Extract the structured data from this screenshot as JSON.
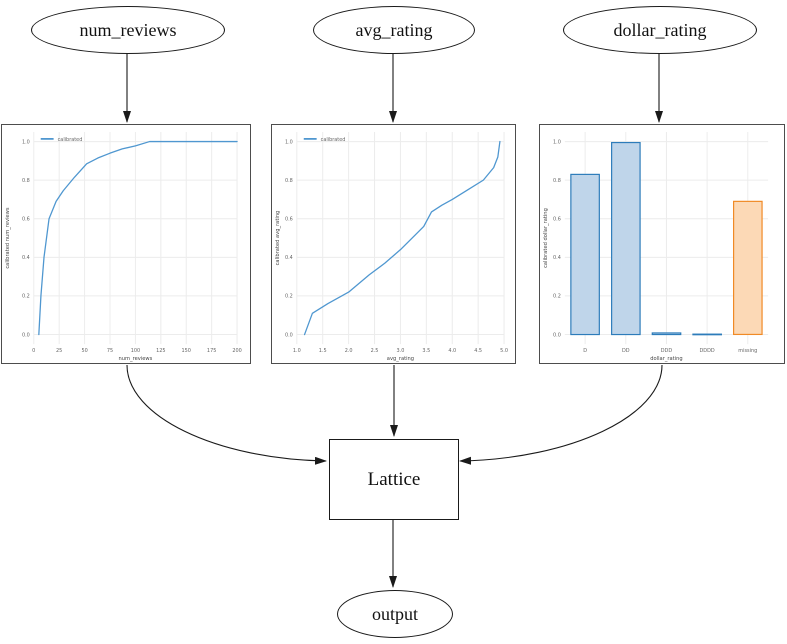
{
  "diagram": {
    "nodes": {
      "num_reviews": {
        "label": "num_reviews"
      },
      "avg_rating": {
        "label": "avg_rating"
      },
      "dollar_rating": {
        "label": "dollar_rating"
      },
      "lattice": {
        "label": "Lattice"
      },
      "output": {
        "label": "output"
      }
    },
    "edges": [
      {
        "from": "num_reviews",
        "to": "num_reviews-calibration-plot"
      },
      {
        "from": "avg_rating",
        "to": "avg_rating-calibration-plot"
      },
      {
        "from": "dollar_rating",
        "to": "dollar_rating-calibration-plot"
      },
      {
        "from": "num_reviews-calibration-plot",
        "to": "Lattice"
      },
      {
        "from": "avg_rating-calibration-plot",
        "to": "Lattice"
      },
      {
        "from": "dollar_rating-calibration-plot",
        "to": "Lattice"
      },
      {
        "from": "Lattice",
        "to": "output"
      }
    ],
    "edge_color": "#1a1a1a"
  },
  "chart_data": [
    {
      "type": "line",
      "title": "",
      "xlabel": "num_reviews",
      "ylabel": "calibrated num_reviews",
      "legend": [
        "calibrated"
      ],
      "legend_position": "upper left",
      "grid": true,
      "xlim": [
        0,
        200
      ],
      "ylim": [
        -0.05,
        1.05
      ],
      "x_ticks": [
        0,
        25,
        50,
        75,
        100,
        125,
        150,
        175,
        200
      ],
      "x_tick_labels": [
        "0",
        "25",
        "50",
        "75",
        "100",
        "125",
        "150",
        "175",
        "200"
      ],
      "y_ticks": [
        0.0,
        0.2,
        0.4,
        0.6,
        0.8,
        1.0
      ],
      "y_tick_labels": [
        "0.0",
        "0.2",
        "0.4",
        "0.6",
        "0.8",
        "1.0"
      ],
      "series": [
        {
          "name": "calibrated",
          "color": "#4f97d0",
          "points": [
            [
              5,
              0.0
            ],
            [
              7,
              0.2
            ],
            [
              10,
              0.4
            ],
            [
              15,
              0.6
            ],
            [
              22,
              0.69
            ],
            [
              29,
              0.745
            ],
            [
              40,
              0.815
            ],
            [
              52,
              0.885
            ],
            [
              63,
              0.915
            ],
            [
              75,
              0.94
            ],
            [
              87,
              0.962
            ],
            [
              100,
              0.978
            ],
            [
              114,
              1.0
            ],
            [
              200,
              1.0
            ]
          ]
        }
      ]
    },
    {
      "type": "line",
      "title": "",
      "xlabel": "avg_rating",
      "ylabel": "calibrated avg_rating",
      "legend": [
        "calibrated"
      ],
      "legend_position": "upper left",
      "grid": true,
      "xlim": [
        1.0,
        5.0
      ],
      "ylim": [
        -0.05,
        1.05
      ],
      "x_ticks": [
        1.0,
        1.5,
        2.0,
        2.5,
        3.0,
        3.5,
        4.0,
        4.5,
        5.0
      ],
      "x_tick_labels": [
        "1.0",
        "1.5",
        "2.0",
        "2.5",
        "3.0",
        "3.5",
        "4.0",
        "4.5",
        "5.0"
      ],
      "y_ticks": [
        0.0,
        0.2,
        0.4,
        0.6,
        0.8,
        1.0
      ],
      "y_tick_labels": [
        "0.0",
        "0.2",
        "0.4",
        "0.6",
        "0.8",
        "1.0"
      ],
      "series": [
        {
          "name": "calibrated",
          "color": "#4f97d0",
          "points": [
            [
              1.15,
              0.0
            ],
            [
              1.3,
              0.11
            ],
            [
              1.6,
              0.16
            ],
            [
              2.0,
              0.22
            ],
            [
              2.4,
              0.31
            ],
            [
              2.7,
              0.37
            ],
            [
              3.0,
              0.44
            ],
            [
              3.3,
              0.52
            ],
            [
              3.45,
              0.56
            ],
            [
              3.6,
              0.635
            ],
            [
              3.8,
              0.67
            ],
            [
              4.0,
              0.7
            ],
            [
              4.3,
              0.75
            ],
            [
              4.6,
              0.8
            ],
            [
              4.8,
              0.865
            ],
            [
              4.88,
              0.92
            ],
            [
              4.92,
              1.0
            ]
          ]
        }
      ]
    },
    {
      "type": "bar",
      "title": "",
      "xlabel": "dollar_rating",
      "ylabel": "calibrated dollar_rating",
      "grid": true,
      "ylim": [
        -0.05,
        1.05
      ],
      "categories": [
        "D",
        "DD",
        "DDD",
        "DDDD",
        "missing"
      ],
      "values": [
        0.83,
        0.995,
        0.008,
        0.002,
        0.69
      ],
      "bar_fill": [
        "#bfd5ea",
        "#bfd5ea",
        "#bfd5ea",
        "#bfd5ea",
        "#fcd9b6"
      ],
      "bar_edge": [
        "#2d7cba",
        "#2d7cba",
        "#2d7cba",
        "#2d7cba",
        "#f08a26"
      ],
      "y_ticks": [
        0.0,
        0.2,
        0.4,
        0.6,
        0.8,
        1.0
      ],
      "y_tick_labels": [
        "0.0",
        "0.2",
        "0.4",
        "0.6",
        "0.8",
        "1.0"
      ]
    }
  ]
}
